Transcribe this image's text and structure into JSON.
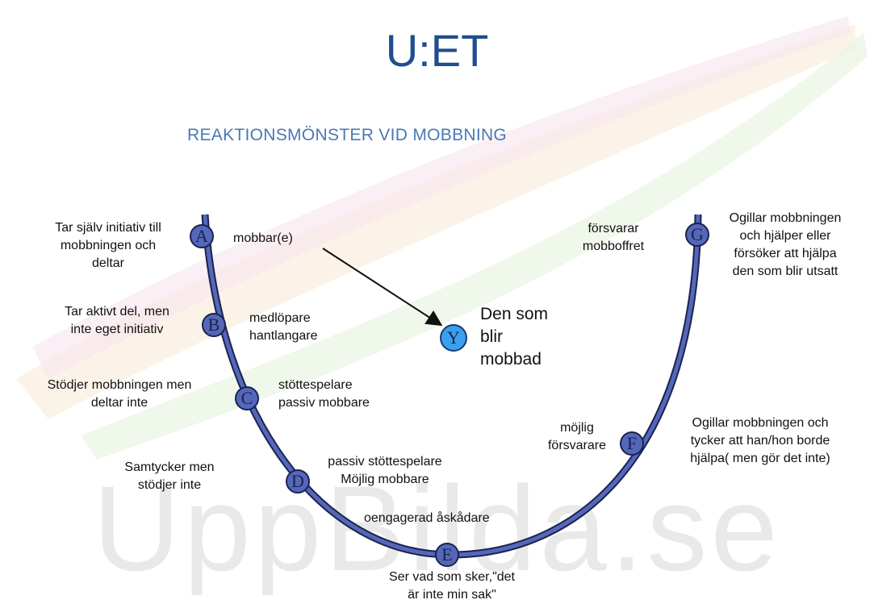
{
  "watermark": "UppBilda.se",
  "title": "U:ET",
  "subtitle": "REAKTIONSMÖNSTER VID MOBBNING",
  "nodes": {
    "a": "A",
    "b": "B",
    "c": "C",
    "d": "D",
    "e": "E",
    "f": "F",
    "g": "G",
    "y": "Y"
  },
  "roles": {
    "a": "mobbar(e)",
    "b": [
      "medlöpare",
      "hantlangare"
    ],
    "c": [
      "stöttespelare",
      "passiv mobbare"
    ],
    "d": [
      "passiv stöttespelare",
      "Möjlig mobbare"
    ],
    "e": "oengagerad åskådare",
    "f": [
      "möjlig",
      "försvarare"
    ],
    "g": [
      "försvarar",
      "mobboffret"
    ],
    "y": [
      "Den som",
      "blir",
      "mobbad"
    ]
  },
  "descriptions": {
    "a": [
      "Tar själv initiativ till",
      "mobbningen och",
      "deltar"
    ],
    "b": [
      "Tar aktivt del, men",
      "inte eget initiativ"
    ],
    "c": [
      "Stödjer mobbningen men",
      "deltar inte"
    ],
    "d": [
      "Samtycker men",
      "stödjer inte"
    ],
    "e": [
      "Ser vad som sker,\"det",
      "är inte min sak\""
    ],
    "f": [
      "Ogillar mobbningen och",
      "tycker att han/hon borde",
      "hjälpa( men gör det inte)"
    ],
    "g": [
      "Ogillar mobbningen",
      "och hjälper eller",
      "försöker att hjälpa",
      "den som blir utsatt"
    ]
  }
}
